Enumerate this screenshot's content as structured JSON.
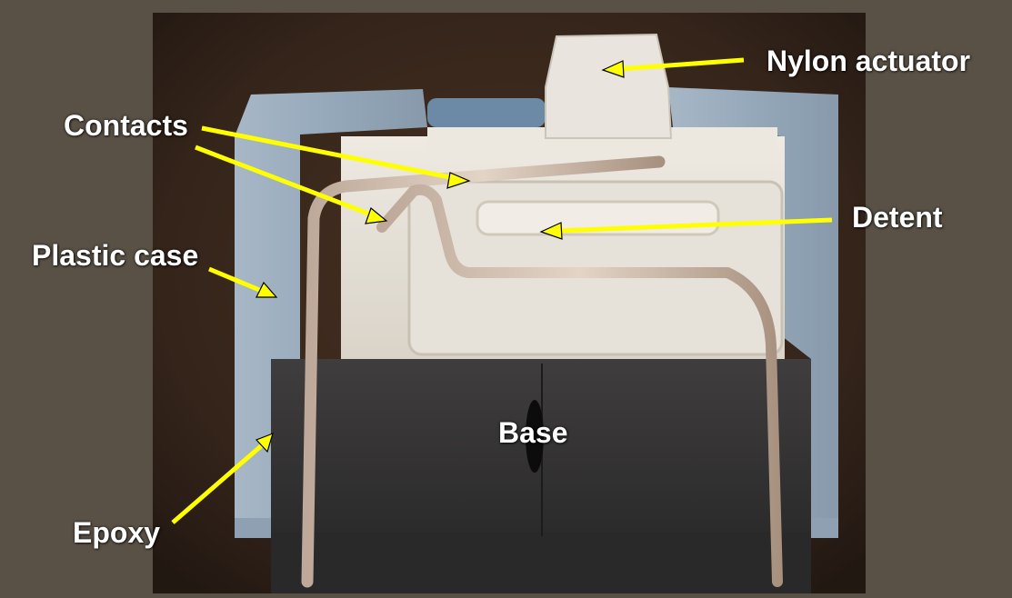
{
  "labels": {
    "nylon_actuator": "Nylon actuator",
    "contacts": "Contacts",
    "detent": "Detent",
    "plastic_case": "Plastic case",
    "base": "Base",
    "epoxy": "Epoxy"
  },
  "colors": {
    "background": "#5a5146",
    "arrow": "#ffff00",
    "label_text": "#ffffff"
  }
}
